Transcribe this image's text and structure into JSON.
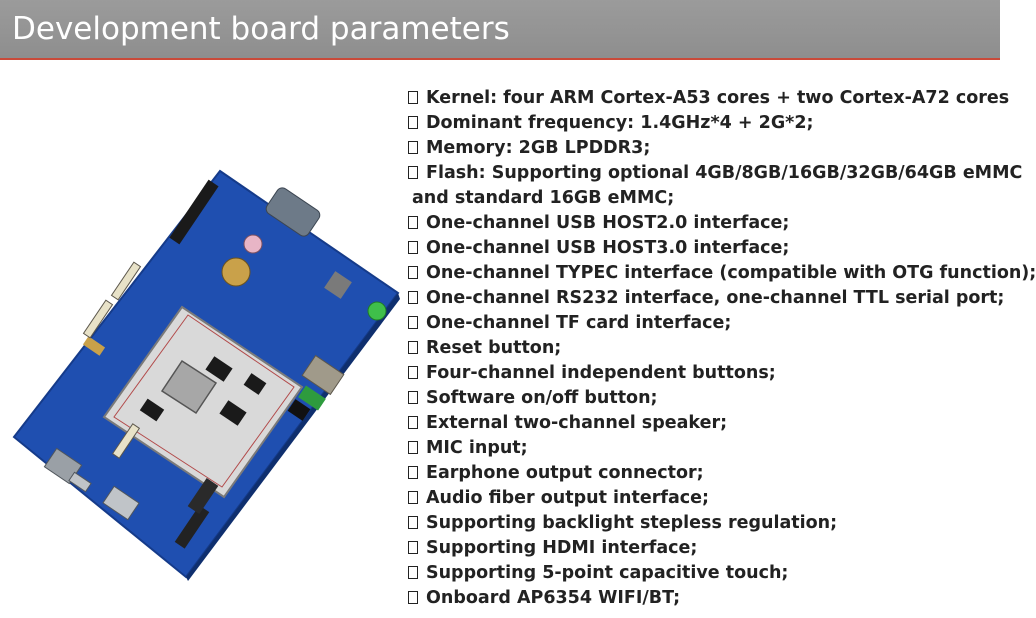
{
  "header": {
    "title": "Development board parameters"
  },
  "image": {
    "alt_icon": "development-board-photo"
  },
  "params": [
    "Kernel: four ARM Cortex-A53 cores + two Cortex-A72 cores",
    "Dominant frequency: 1.4GHz*4 + 2G*2;",
    "Memory: 2GB LPDDR3;",
    "Flash: Supporting optional 4GB/8GB/16GB/32GB/64GB eMMC",
    "and standard 16GB eMMC;",
    "One-channel USB HOST2.0 interface;",
    "One-channel USB HOST3.0 interface;",
    "One-channel TYPEC interface (compatible with OTG function);",
    "One-channel RS232 interface, one-channel TTL serial port;",
    "One-channel TF card interface;",
    "Reset button;",
    "Four-channel independent buttons;",
    "Software on/off button;",
    "External two-channel speaker;",
    "MIC input;",
    "Earphone output connector;",
    "Audio fiber output interface;",
    "Supporting backlight stepless regulation;",
    "Supporting HDMI interface;",
    "Supporting 5-point capacitive touch;",
    "Onboard AP6354 WIFI/BT;"
  ],
  "colors": {
    "header_bg": "#949494",
    "header_accent": "#c94a3a",
    "pcb_blue": "#1f4fb0",
    "text": "#222222"
  }
}
